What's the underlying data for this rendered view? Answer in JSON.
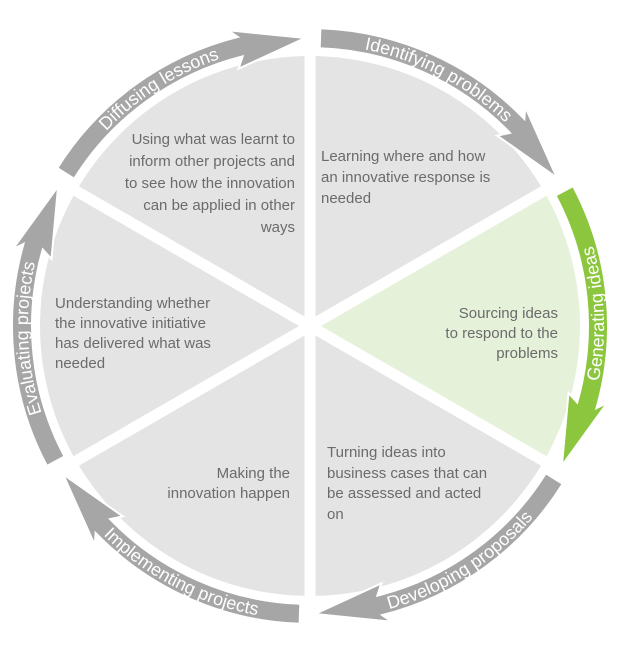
{
  "colors": {
    "wedge": "#e4e4e4",
    "wedge_active": "#e6f1da",
    "arrow": "#a6a6a6",
    "arrow_active": "#8cc63f",
    "text": "#6b6b6b"
  },
  "stages": [
    {
      "label": "Identifying problems",
      "lines": [
        "Learning where and how",
        "an innovative  response is",
        "needed"
      ],
      "active": false
    },
    {
      "label": "Generating ideas",
      "lines": [
        "Sourcing ideas",
        "to respond to the",
        "problems"
      ],
      "active": true
    },
    {
      "label": "Developing proposals",
      "lines": [
        "Turning ideas into",
        "business cases that can",
        "be assessed and acted",
        "on"
      ],
      "active": false
    },
    {
      "label": "Implementing projects",
      "lines": [
        "Making the",
        "innovation happen"
      ],
      "active": false
    },
    {
      "label": "Evaluating projects",
      "lines": [
        "Understanding whether",
        "the innovative initiative",
        "has delivered what was",
        "needed"
      ],
      "active": false
    },
    {
      "label": "Diffusing lessons",
      "lines": [
        "Using what was learnt to",
        "inform other projects and",
        "to see how the innovation",
        "can be applied in other",
        "ways"
      ],
      "active": false
    }
  ]
}
